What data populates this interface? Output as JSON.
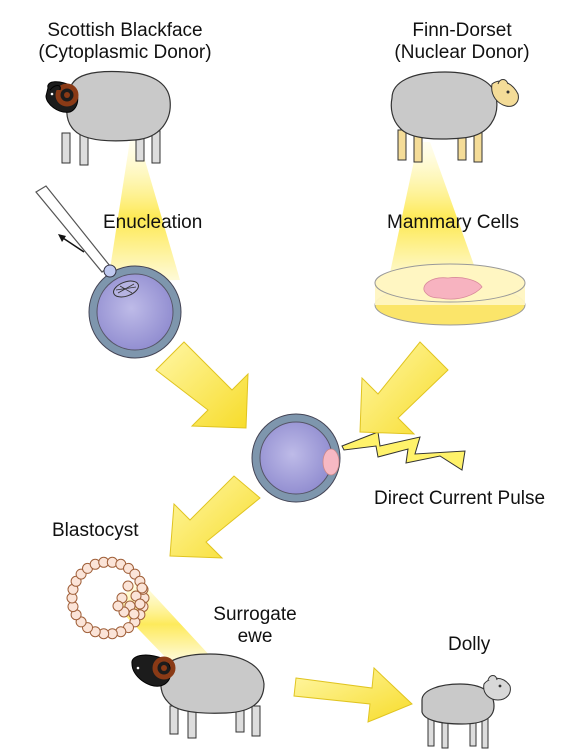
{
  "donors": {
    "cytoplasmic": {
      "line1": "Scottish Blackface",
      "line2": "(Cytoplasmic Donor)"
    },
    "nuclear": {
      "line1": "Finn-Dorset",
      "line2": "(Nuclear Donor)"
    }
  },
  "steps": {
    "enucleation": "Enucleation",
    "mammary": "Mammary Cells",
    "pulse": "Direct Current Pulse",
    "blastocyst": "Blastocyst",
    "surrogate_line1": "Surrogate",
    "surrogate_line2": "ewe",
    "dolly": "Dolly"
  },
  "colors": {
    "beam": "#fde84a",
    "arrow": "#fde84a",
    "cell_membrane": "#7e96ad",
    "cytoplasm": "#a9a6d8",
    "nucleus_pink": "#f6b8c3",
    "wool": "#c9c9c9",
    "blackface_horn": "#8a3a16",
    "finn_face": "#f4dc98",
    "dish": "#fff6c2",
    "tissue": "#f7b3c0"
  }
}
